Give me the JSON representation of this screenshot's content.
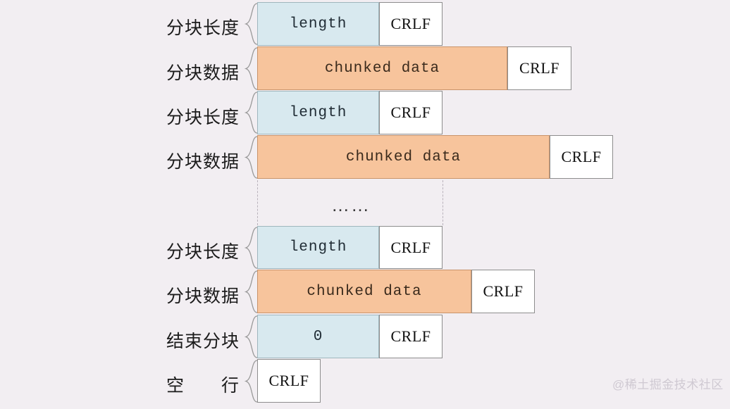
{
  "diagram": {
    "title": "HTTP chunked transfer encoding message body structure",
    "background_color": "#f2eef2",
    "colors": {
      "length_fill": "#d8e9ef",
      "data_fill": "#f7c49c",
      "crlf_fill": "#ffffff",
      "border": "#8a8a8a",
      "dashed": "#b9b2bb"
    },
    "rows": [
      {
        "label": "分块长度",
        "main_text": "length",
        "main_style": "blue",
        "crlf_text": "CRLF"
      },
      {
        "label": "分块数据",
        "main_text": "chunked data",
        "main_style": "orange",
        "crlf_text": "CRLF"
      },
      {
        "label": "分块长度",
        "main_text": "length",
        "main_style": "blue",
        "crlf_text": "CRLF"
      },
      {
        "label": "分块数据",
        "main_text": "chunked data",
        "main_style": "orange",
        "crlf_text": "CRLF"
      },
      {
        "label": "分块长度",
        "main_text": "length",
        "main_style": "blue",
        "crlf_text": "CRLF"
      },
      {
        "label": "分块数据",
        "main_text": "chunked data",
        "main_style": "orange",
        "crlf_text": "CRLF"
      },
      {
        "label": "结束分块",
        "main_text": "0",
        "main_style": "blue",
        "crlf_text": "CRLF"
      },
      {
        "label": "空　　行",
        "main_text": null,
        "main_style": "none",
        "crlf_text": "CRLF"
      }
    ],
    "continuation": {
      "ellipsis": "……"
    },
    "watermark": "@稀土掘金技术社区"
  }
}
